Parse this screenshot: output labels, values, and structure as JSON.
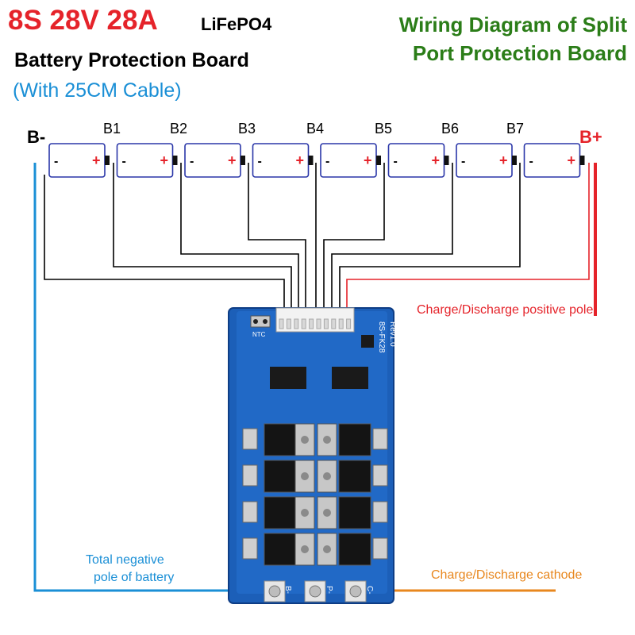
{
  "header": {
    "spec": "8S 28V 28A",
    "chemistry": "LiFePO4",
    "product": "Battery Protection Board",
    "cable_note": "(With 25CM Cable)",
    "diagram_title_line1": "Wiring Diagram of Split",
    "diagram_title_line2": "Port Protection Board"
  },
  "battery": {
    "negative_terminal": "B-",
    "positive_terminal": "B+",
    "tap_labels": [
      "B1",
      "B2",
      "B3",
      "B4",
      "B5",
      "B6",
      "B7"
    ],
    "cell_count": 8,
    "cell_minus_symbol": "-",
    "cell_plus_symbol": "+"
  },
  "annotations": {
    "positive_pole": "Charge/Discharge positive pole",
    "negative_pole_line1": "Total negative",
    "negative_pole_line2": "pole of battery",
    "cathode": "Charge/Discharge cathode"
  },
  "board": {
    "silkscreen_model": "8S-FK28",
    "silkscreen_rev": "Rev1.0",
    "ntc_label": "NTC",
    "pad_labels": [
      "B-",
      "P-",
      "C-"
    ]
  },
  "colors": {
    "title_red": "#e5232a",
    "title_green": "#2b7d18",
    "note_blue": "#1a8fd6",
    "cathode_orange": "#e8871e",
    "pcb_blue": "#1c5fb8",
    "cell_border": "#2a36a8"
  }
}
